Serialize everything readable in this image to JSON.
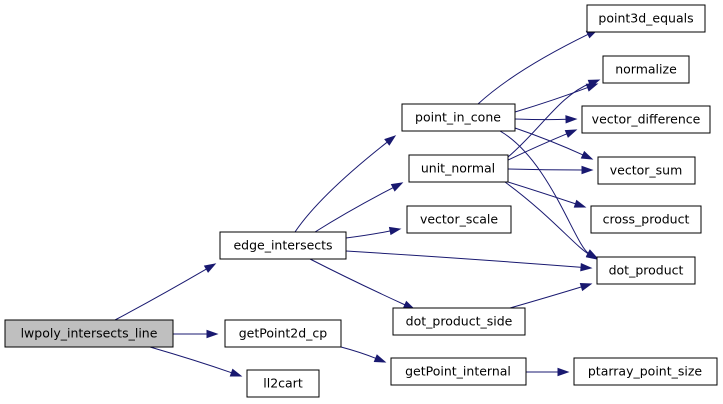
{
  "graph": {
    "nodes": {
      "lwpoly_intersects_line": "lwpoly_intersects_line",
      "edge_intersects": "edge_intersects",
      "getPoint2d_cp": "getPoint2d_cp",
      "ll2cart": "ll2cart",
      "point_in_cone": "point_in_cone",
      "unit_normal": "unit_normal",
      "vector_scale": "vector_scale",
      "dot_product": "dot_product",
      "dot_product_side": "dot_product_side",
      "getPoint_internal": "getPoint_internal",
      "point3d_equals": "point3d_equals",
      "normalize": "normalize",
      "vector_difference": "vector_difference",
      "vector_sum": "vector_sum",
      "cross_product": "cross_product",
      "ptarray_point_size": "ptarray_point_size"
    },
    "edges": [
      [
        "lwpoly_intersects_line",
        "edge_intersects"
      ],
      [
        "lwpoly_intersects_line",
        "getPoint2d_cp"
      ],
      [
        "lwpoly_intersects_line",
        "ll2cart"
      ],
      [
        "edge_intersects",
        "point_in_cone"
      ],
      [
        "edge_intersects",
        "unit_normal"
      ],
      [
        "edge_intersects",
        "vector_scale"
      ],
      [
        "edge_intersects",
        "dot_product"
      ],
      [
        "edge_intersects",
        "dot_product_side"
      ],
      [
        "point_in_cone",
        "point3d_equals"
      ],
      [
        "point_in_cone",
        "normalize"
      ],
      [
        "point_in_cone",
        "vector_difference"
      ],
      [
        "point_in_cone",
        "vector_sum"
      ],
      [
        "point_in_cone",
        "dot_product"
      ],
      [
        "unit_normal",
        "normalize"
      ],
      [
        "unit_normal",
        "vector_difference"
      ],
      [
        "unit_normal",
        "vector_sum"
      ],
      [
        "unit_normal",
        "cross_product"
      ],
      [
        "unit_normal",
        "dot_product"
      ],
      [
        "dot_product_side",
        "dot_product"
      ],
      [
        "getPoint2d_cp",
        "getPoint_internal"
      ],
      [
        "getPoint_internal",
        "ptarray_point_size"
      ]
    ]
  }
}
